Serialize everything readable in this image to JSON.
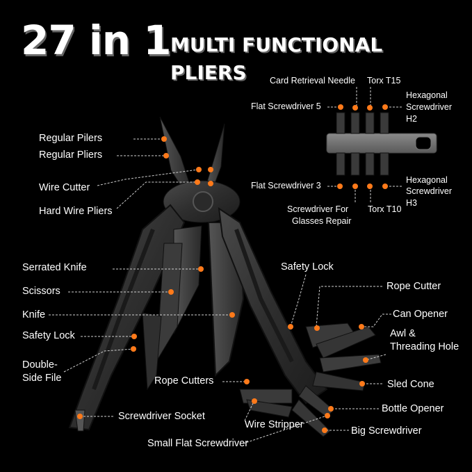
{
  "title": {
    "big": "27 in 1",
    "small": "MULTI FUNCTIONAL PLIERS"
  },
  "colors": {
    "background": "#000000",
    "accent_dot": "#ff7a1a",
    "text": "#ffffff",
    "tool_body": "#3a3a3a"
  },
  "labels": {
    "regular_pilers": "Regular Pilers",
    "regular_pliers": "Regular Pliers",
    "wire_cutter": "Wire Cutter",
    "hard_wire_pliers": "Hard Wire Pliers",
    "serrated_knife": "Serrated Knife",
    "scissors": "Scissors",
    "knife": "Knife",
    "safety_lock_left": "Safety Lock",
    "double_side_file_1": "Double-",
    "double_side_file_2": "Side File",
    "screwdriver_socket": "Screwdriver Socket",
    "rope_cutters": "Rope Cutters",
    "wire_stripper": "Wire Stripper",
    "small_flat_screwdriver": "Small Flat Screwdriver",
    "safety_lock_right": "Safety Lock",
    "rope_cutter": "Rope Cutter",
    "can_opener": "Can Opener",
    "awl_1": "Awl &",
    "awl_2": "Threading Hole",
    "sled_cone": "Sled Cone",
    "bottle_opener": "Bottle Opener",
    "big_screwdriver": "Big Screwdriver"
  },
  "bits": {
    "card_retrieval_needle": "Card Retrieval Needle",
    "torx_t15": "Torx T15",
    "hex_h2_1": "Hexagonal",
    "hex_h2_2": "Screwdriver",
    "hex_h2_3": "H2",
    "flat_screwdriver_5": "Flat Screwdriver 5",
    "flat_screwdriver_3": "Flat Screwdriver 3",
    "hex_h3_1": "Hexagonal",
    "hex_h3_2": "Screwdriver",
    "hex_h3_3": "H3",
    "glasses_1": "Screwdriver For",
    "glasses_2": "Glasses Repair",
    "torx_t10": "Torx T10"
  }
}
